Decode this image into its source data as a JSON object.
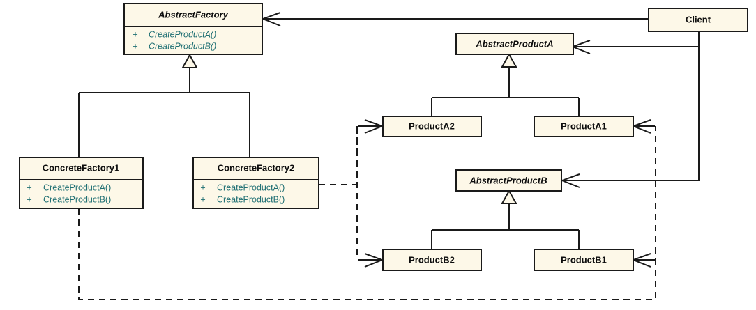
{
  "diagram": {
    "title": "Abstract Factory pattern UML class diagram",
    "type": "uml-class-diagram",
    "background_color": "#ffffff",
    "class_fill_color": "#fdf8e8",
    "class_border_color": "#1a1a1a",
    "class_name_color": "#0d0d0d",
    "operation_text_color": "#1f6f73",
    "edge_color": "#1a1a1a"
  },
  "classes": {
    "abstract_factory": {
      "name": "AbstractFactory",
      "abstract": true,
      "operations": [
        {
          "visibility": "+",
          "signature": "CreateProductA()"
        },
        {
          "visibility": "+",
          "signature": "CreateProductB()"
        }
      ]
    },
    "concrete_factory_1": {
      "name": "ConcreteFactory1",
      "abstract": false,
      "operations": [
        {
          "visibility": "+",
          "signature": "CreateProductA()"
        },
        {
          "visibility": "+",
          "signature": "CreateProductB()"
        }
      ]
    },
    "concrete_factory_2": {
      "name": "ConcreteFactory2",
      "abstract": false,
      "operations": [
        {
          "visibility": "+",
          "signature": "CreateProductA()"
        },
        {
          "visibility": "+",
          "signature": "CreateProductB()"
        }
      ]
    },
    "client": {
      "name": "Client",
      "abstract": false,
      "operations": []
    },
    "abstract_product_a": {
      "name": "AbstractProductA",
      "abstract": true,
      "operations": []
    },
    "product_a1": {
      "name": "ProductA1",
      "abstract": false,
      "operations": []
    },
    "product_a2": {
      "name": "ProductA2",
      "abstract": false,
      "operations": []
    },
    "abstract_product_b": {
      "name": "AbstractProductB",
      "abstract": true,
      "operations": []
    },
    "product_b1": {
      "name": "ProductB1",
      "abstract": false,
      "operations": []
    },
    "product_b2": {
      "name": "ProductB2",
      "abstract": false,
      "operations": []
    }
  },
  "relationships": [
    {
      "kind": "association",
      "from": "Client",
      "to": "AbstractFactory",
      "style": "solid",
      "arrow": "open"
    },
    {
      "kind": "association",
      "from": "Client",
      "to": "AbstractProductA",
      "style": "solid",
      "arrow": "open"
    },
    {
      "kind": "association",
      "from": "Client",
      "to": "AbstractProductB",
      "style": "solid",
      "arrow": "open"
    },
    {
      "kind": "generalization",
      "from": "ConcreteFactory1",
      "to": "AbstractFactory",
      "style": "solid",
      "arrow": "hollow-triangle"
    },
    {
      "kind": "generalization",
      "from": "ConcreteFactory2",
      "to": "AbstractFactory",
      "style": "solid",
      "arrow": "hollow-triangle"
    },
    {
      "kind": "generalization",
      "from": "ProductA2",
      "to": "AbstractProductA",
      "style": "solid",
      "arrow": "hollow-triangle"
    },
    {
      "kind": "generalization",
      "from": "ProductA1",
      "to": "AbstractProductA",
      "style": "solid",
      "arrow": "hollow-triangle"
    },
    {
      "kind": "generalization",
      "from": "ProductB2",
      "to": "AbstractProductB",
      "style": "solid",
      "arrow": "hollow-triangle"
    },
    {
      "kind": "generalization",
      "from": "ProductB1",
      "to": "AbstractProductB",
      "style": "solid",
      "arrow": "hollow-triangle"
    },
    {
      "kind": "dependency",
      "from": "ConcreteFactory2",
      "to": "ProductA2",
      "style": "dashed",
      "arrow": "open"
    },
    {
      "kind": "dependency",
      "from": "ConcreteFactory2",
      "to": "ProductB2",
      "style": "dashed",
      "arrow": "open"
    },
    {
      "kind": "dependency",
      "from": "ConcreteFactory1",
      "to": "ProductA1",
      "style": "dashed",
      "arrow": "open"
    },
    {
      "kind": "dependency",
      "from": "ConcreteFactory1",
      "to": "ProductB1",
      "style": "dashed",
      "arrow": "open"
    }
  ]
}
